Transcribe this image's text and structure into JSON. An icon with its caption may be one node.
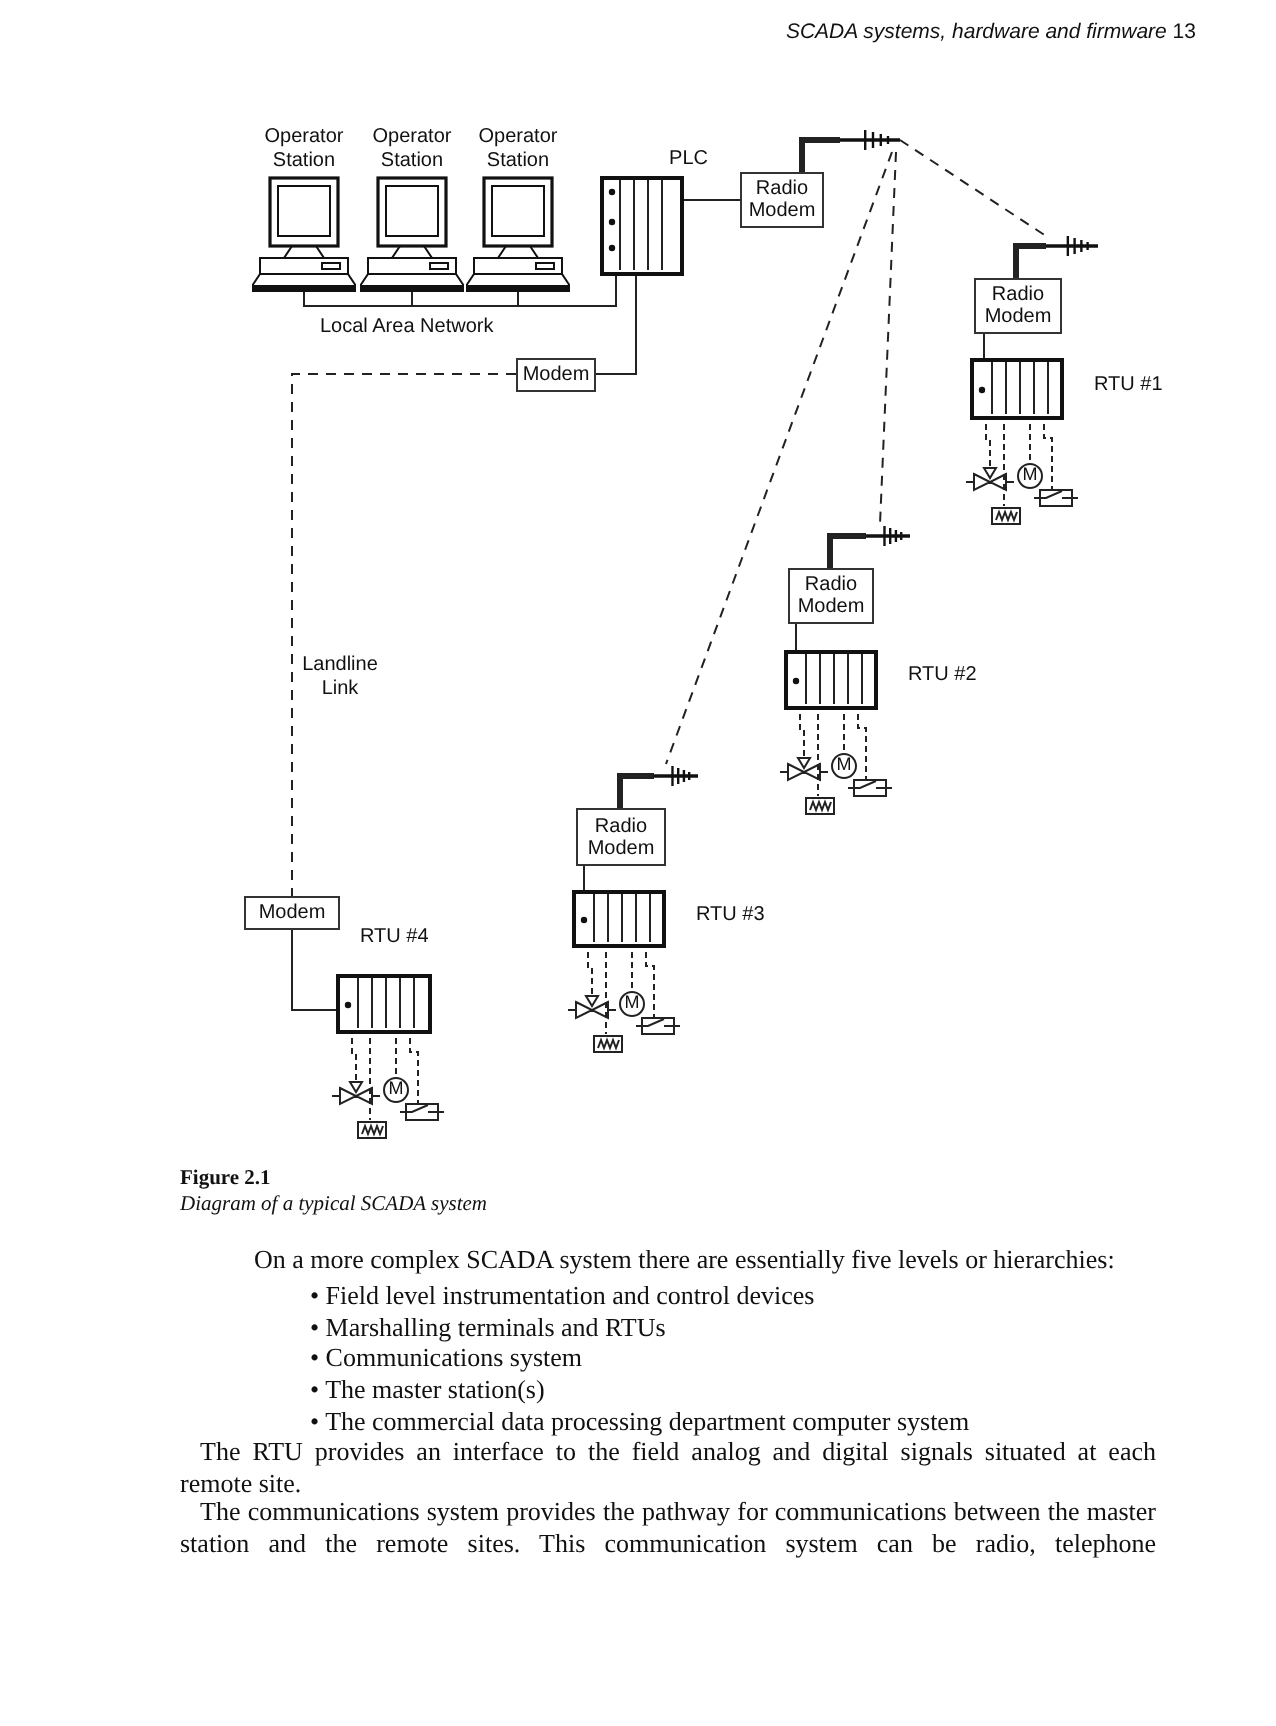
{
  "diagram": {
    "caption": "Diagram of a typical SCADA system",
    "nodes": [
      {
        "text": [
          "Operator Station"
        ]
      },
      {
        "text": [
          "Operator Station"
        ]
      },
      {
        "text": [
          "Operator Station"
        ]
      },
      {
        "text": [
          "PLC"
        ]
      },
      {
        "text": [
          "Radio Modem"
        ]
      },
      {
        "text": [
          "Modem"
        ]
      },
      {
        "text": [
          "Radio Modem"
        ]
      },
      {
        "text": [
          "RTU #1"
        ]
      },
      {
        "text": [
          "Radio Modem"
        ]
      },
      {
        "text": [
          "RTU #2"
        ]
      },
      {
        "text": [
          "Radio Modem"
        ]
      },
      {
        "text": [
          "RTU #3"
        ]
      },
      {
        "text": [
          "Modem"
        ]
      },
      {
        "text": [
          "RTU #4"
        ]
      },
      {
        "text": [],
        "shape": "antenna"
      },
      {
        "text": [],
        "shape": "antenna"
      },
      {
        "text": [],
        "shape": "antenna"
      },
      {
        "text": [],
        "shape": "antenna"
      }
    ],
    "edges": [
      {
        "from": 0,
        "to": 3,
        "arrow": "none"
      },
      {
        "from": 1,
        "to": 3,
        "arrow": "none"
      },
      {
        "from": 2,
        "to": 3,
        "arrow": "none"
      },
      {
        "from": 3,
        "to": 4,
        "arrow": "none"
      },
      {
        "from": 3,
        "to": 5,
        "arrow": "none"
      },
      {
        "from": 5,
        "to": 12,
        "arrow": "none",
        "style": "dashed",
        "label": "Landline Link"
      },
      {
        "from": 4,
        "to": 14,
        "arrow": "none",
        "style": "thick"
      },
      {
        "from": 14,
        "to": 15,
        "arrow": "none",
        "style": "dashed"
      },
      {
        "from": 14,
        "to": 16,
        "arrow": "none",
        "style": "dashed"
      },
      {
        "from": 14,
        "to": 17,
        "arrow": "none",
        "style": "dashed"
      },
      {
        "from": 6,
        "to": 15,
        "arrow": "none",
        "style": "thick"
      },
      {
        "from": 8,
        "to": 16,
        "arrow": "none",
        "style": "thick"
      },
      {
        "from": 10,
        "to": 17,
        "arrow": "none",
        "style": "thick"
      },
      {
        "from": 6,
        "to": 7,
        "arrow": "none"
      },
      {
        "from": 8,
        "to": 9,
        "arrow": "none"
      },
      {
        "from": 10,
        "to": 11,
        "arrow": "none"
      },
      {
        "from": 12,
        "to": 13,
        "arrow": "none"
      }
    ],
    "labels": [
      "*SCADA systems, hardware and firmware* 13",
      "Local Area Network",
      "M",
      "M",
      "M",
      "M",
      "Figure 2.1",
      "On a more complex SCADA system there are essentially five levels or hierarchies:",
      "• Field level instrumentation and control devices",
      "• Marshalling terminals and RTUs",
      "• Communications system",
      "• The master station(s)",
      "• The commercial data processing department computer system",
      "The RTU provides an interface to the field analog and digital signals situated at each remote site.",
      "The communications system provides the pathway for communications between the master station and the remote sites. This communication system can be radio, telephone"
    ]
  }
}
